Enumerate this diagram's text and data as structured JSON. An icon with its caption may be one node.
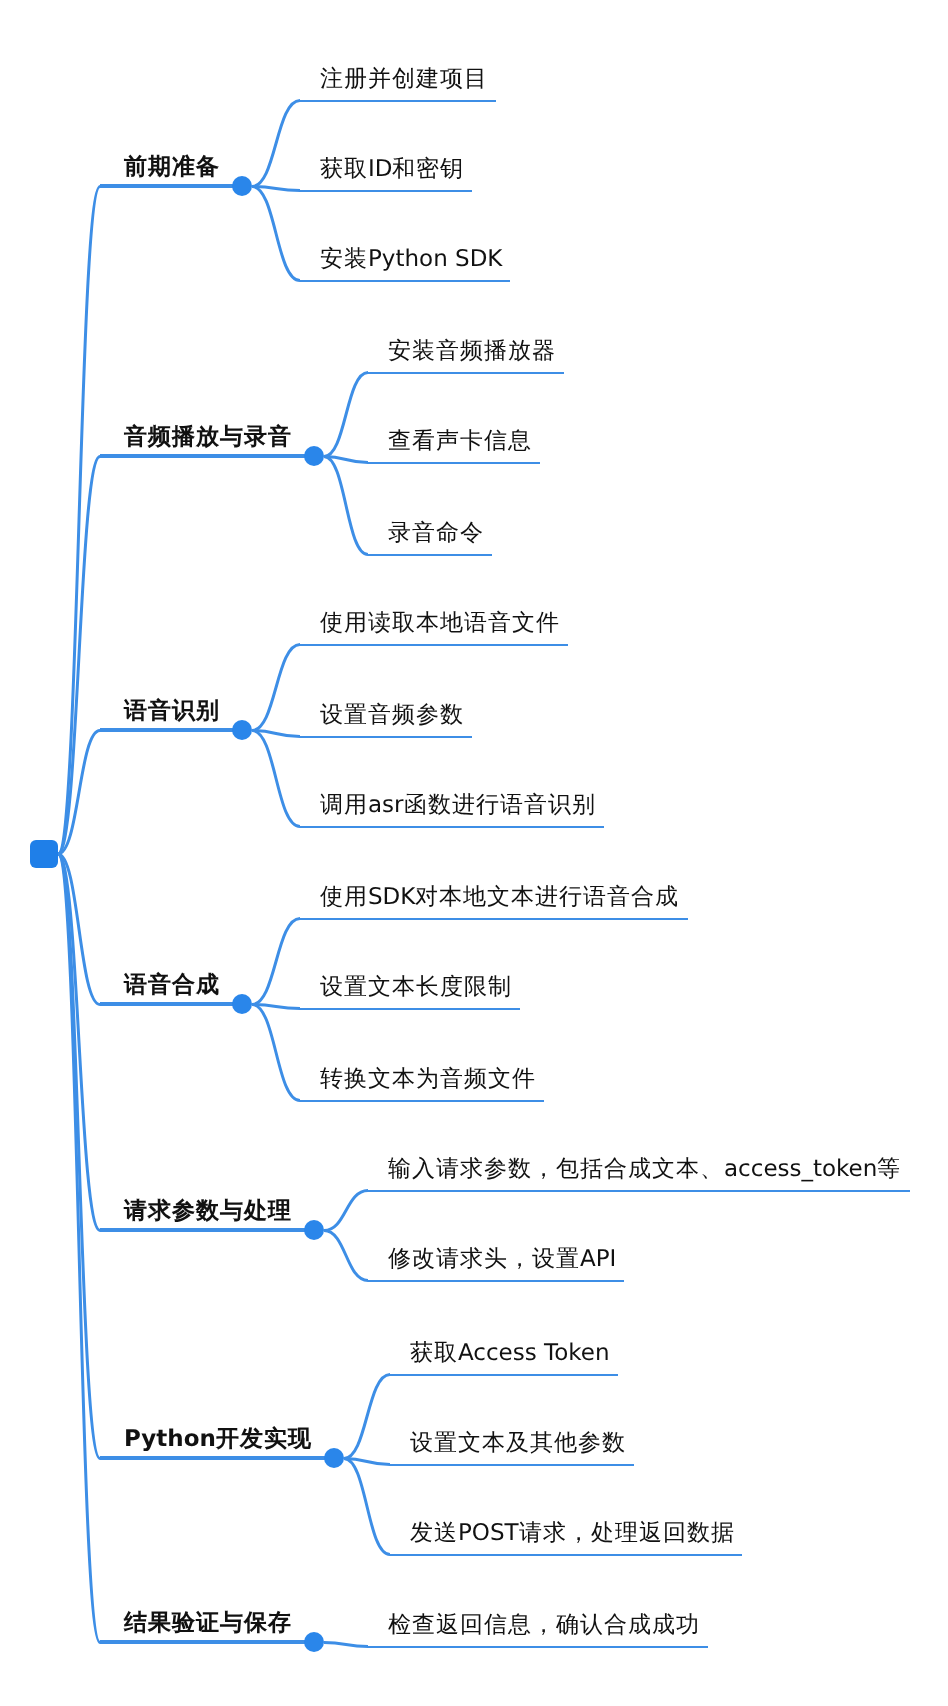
{
  "diagram": {
    "nodes": [
      {
        "text": [],
        "shape": "box"
      },
      {
        "text": [
          "前期准备"
        ]
      },
      {
        "text": [
          "注册并创建项目"
        ]
      },
      {
        "text": [
          "获取ID和密钥"
        ]
      },
      {
        "text": [
          "安装Python SDK"
        ]
      },
      {
        "text": [
          "音频播放与录音"
        ]
      },
      {
        "text": [
          "安装音频播放器"
        ]
      },
      {
        "text": [
          "查看声卡信息"
        ]
      },
      {
        "text": [
          "录音命令"
        ]
      },
      {
        "text": [
          "语音识别"
        ]
      },
      {
        "text": [
          "使用读取本地语音文件"
        ]
      },
      {
        "text": [
          "设置音频参数"
        ]
      },
      {
        "text": [
          "调用asr函数进行语音识别"
        ]
      },
      {
        "text": [
          "语音合成"
        ]
      },
      {
        "text": [
          "使用SDK对本地文本进行语音合成"
        ]
      },
      {
        "text": [
          "设置文本长度限制"
        ]
      },
      {
        "text": [
          "转换文本为音频文件"
        ]
      },
      {
        "text": [
          "请求参数与处理"
        ]
      },
      {
        "text": [
          "输入请求参数，包括合成文本、access_token等"
        ]
      },
      {
        "text": [
          "修改请求头，设置API"
        ]
      },
      {
        "text": [
          "Python开发实现"
        ]
      },
      {
        "text": [
          "获取Access Token"
        ]
      },
      {
        "text": [
          "设置文本及其他参数"
        ]
      },
      {
        "text": [
          "发送POST请求，处理返回数据"
        ]
      },
      {
        "text": [
          "结果验证与保存"
        ]
      },
      {
        "text": [
          "检查返回信息，确认合成成功"
        ]
      }
    ],
    "edges": [
      {
        "from": 0,
        "to": 1,
        "arrow": "none"
      },
      {
        "from": 1,
        "to": 2,
        "arrow": "none"
      },
      {
        "from": 1,
        "to": 3,
        "arrow": "none"
      },
      {
        "from": 1,
        "to": 4,
        "arrow": "none"
      },
      {
        "from": 0,
        "to": 5,
        "arrow": "none"
      },
      {
        "from": 5,
        "to": 6,
        "arrow": "none"
      },
      {
        "from": 5,
        "to": 7,
        "arrow": "none"
      },
      {
        "from": 5,
        "to": 8,
        "arrow": "none"
      },
      {
        "from": 0,
        "to": 9,
        "arrow": "none"
      },
      {
        "from": 9,
        "to": 10,
        "arrow": "none"
      },
      {
        "from": 9,
        "to": 11,
        "arrow": "none"
      },
      {
        "from": 9,
        "to": 12,
        "arrow": "none"
      },
      {
        "from": 0,
        "to": 13,
        "arrow": "none"
      },
      {
        "from": 13,
        "to": 14,
        "arrow": "none"
      },
      {
        "from": 13,
        "to": 15,
        "arrow": "none"
      },
      {
        "from": 13,
        "to": 16,
        "arrow": "none"
      },
      {
        "from": 0,
        "to": 17,
        "arrow": "none"
      },
      {
        "from": 17,
        "to": 18,
        "arrow": "none"
      },
      {
        "from": 17,
        "to": 19,
        "arrow": "none"
      },
      {
        "from": 0,
        "to": 20,
        "arrow": "none"
      },
      {
        "from": 20,
        "to": 21,
        "arrow": "none"
      },
      {
        "from": 20,
        "to": 22,
        "arrow": "none"
      },
      {
        "from": 20,
        "to": 23,
        "arrow": "none"
      },
      {
        "from": 0,
        "to": 24,
        "arrow": "none"
      },
      {
        "from": 24,
        "to": 25,
        "arrow": "none"
      }
    ]
  }
}
